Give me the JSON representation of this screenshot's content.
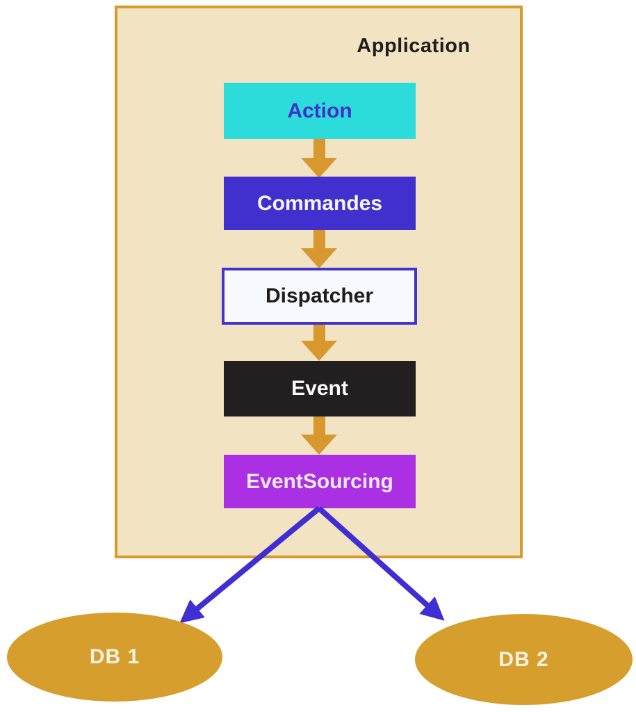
{
  "diagram": {
    "title": "Application",
    "nodes": [
      {
        "id": "action",
        "label": "Action"
      },
      {
        "id": "commandes",
        "label": "Commandes"
      },
      {
        "id": "dispatcher",
        "label": "Dispatcher"
      },
      {
        "id": "event",
        "label": "Event"
      },
      {
        "id": "eventsourcing",
        "label": "EventSourcing"
      }
    ],
    "databases": [
      {
        "id": "db1",
        "label": "DB 1"
      },
      {
        "id": "db2",
        "label": "DB 2"
      }
    ],
    "edges": [
      {
        "from": "Action",
        "to": "Commandes"
      },
      {
        "from": "Commandes",
        "to": "Dispatcher"
      },
      {
        "from": "Dispatcher",
        "to": "Event"
      },
      {
        "from": "Event",
        "to": "EventSourcing"
      },
      {
        "from": "EventSourcing",
        "to": "DB 1"
      },
      {
        "from": "EventSourcing",
        "to": "DB 2"
      }
    ],
    "colors": {
      "container_bg": "#F2E3C2",
      "container_border": "#D9992C",
      "action_bg": "#2BDCDB",
      "action_text": "#4130CC",
      "commandes_bg": "#4130CE",
      "dispatcher_bg": "#F8F9FE",
      "dispatcher_border": "#4334CF",
      "dispatcher_text": "#1E1C1C",
      "event_bg": "#211F1F",
      "eventsourcing_bg": "#AB2FE3",
      "flow_arrow": "#D9982E",
      "db_arrow": "#3F2FD2",
      "db_bg": "#D69E2D"
    }
  }
}
